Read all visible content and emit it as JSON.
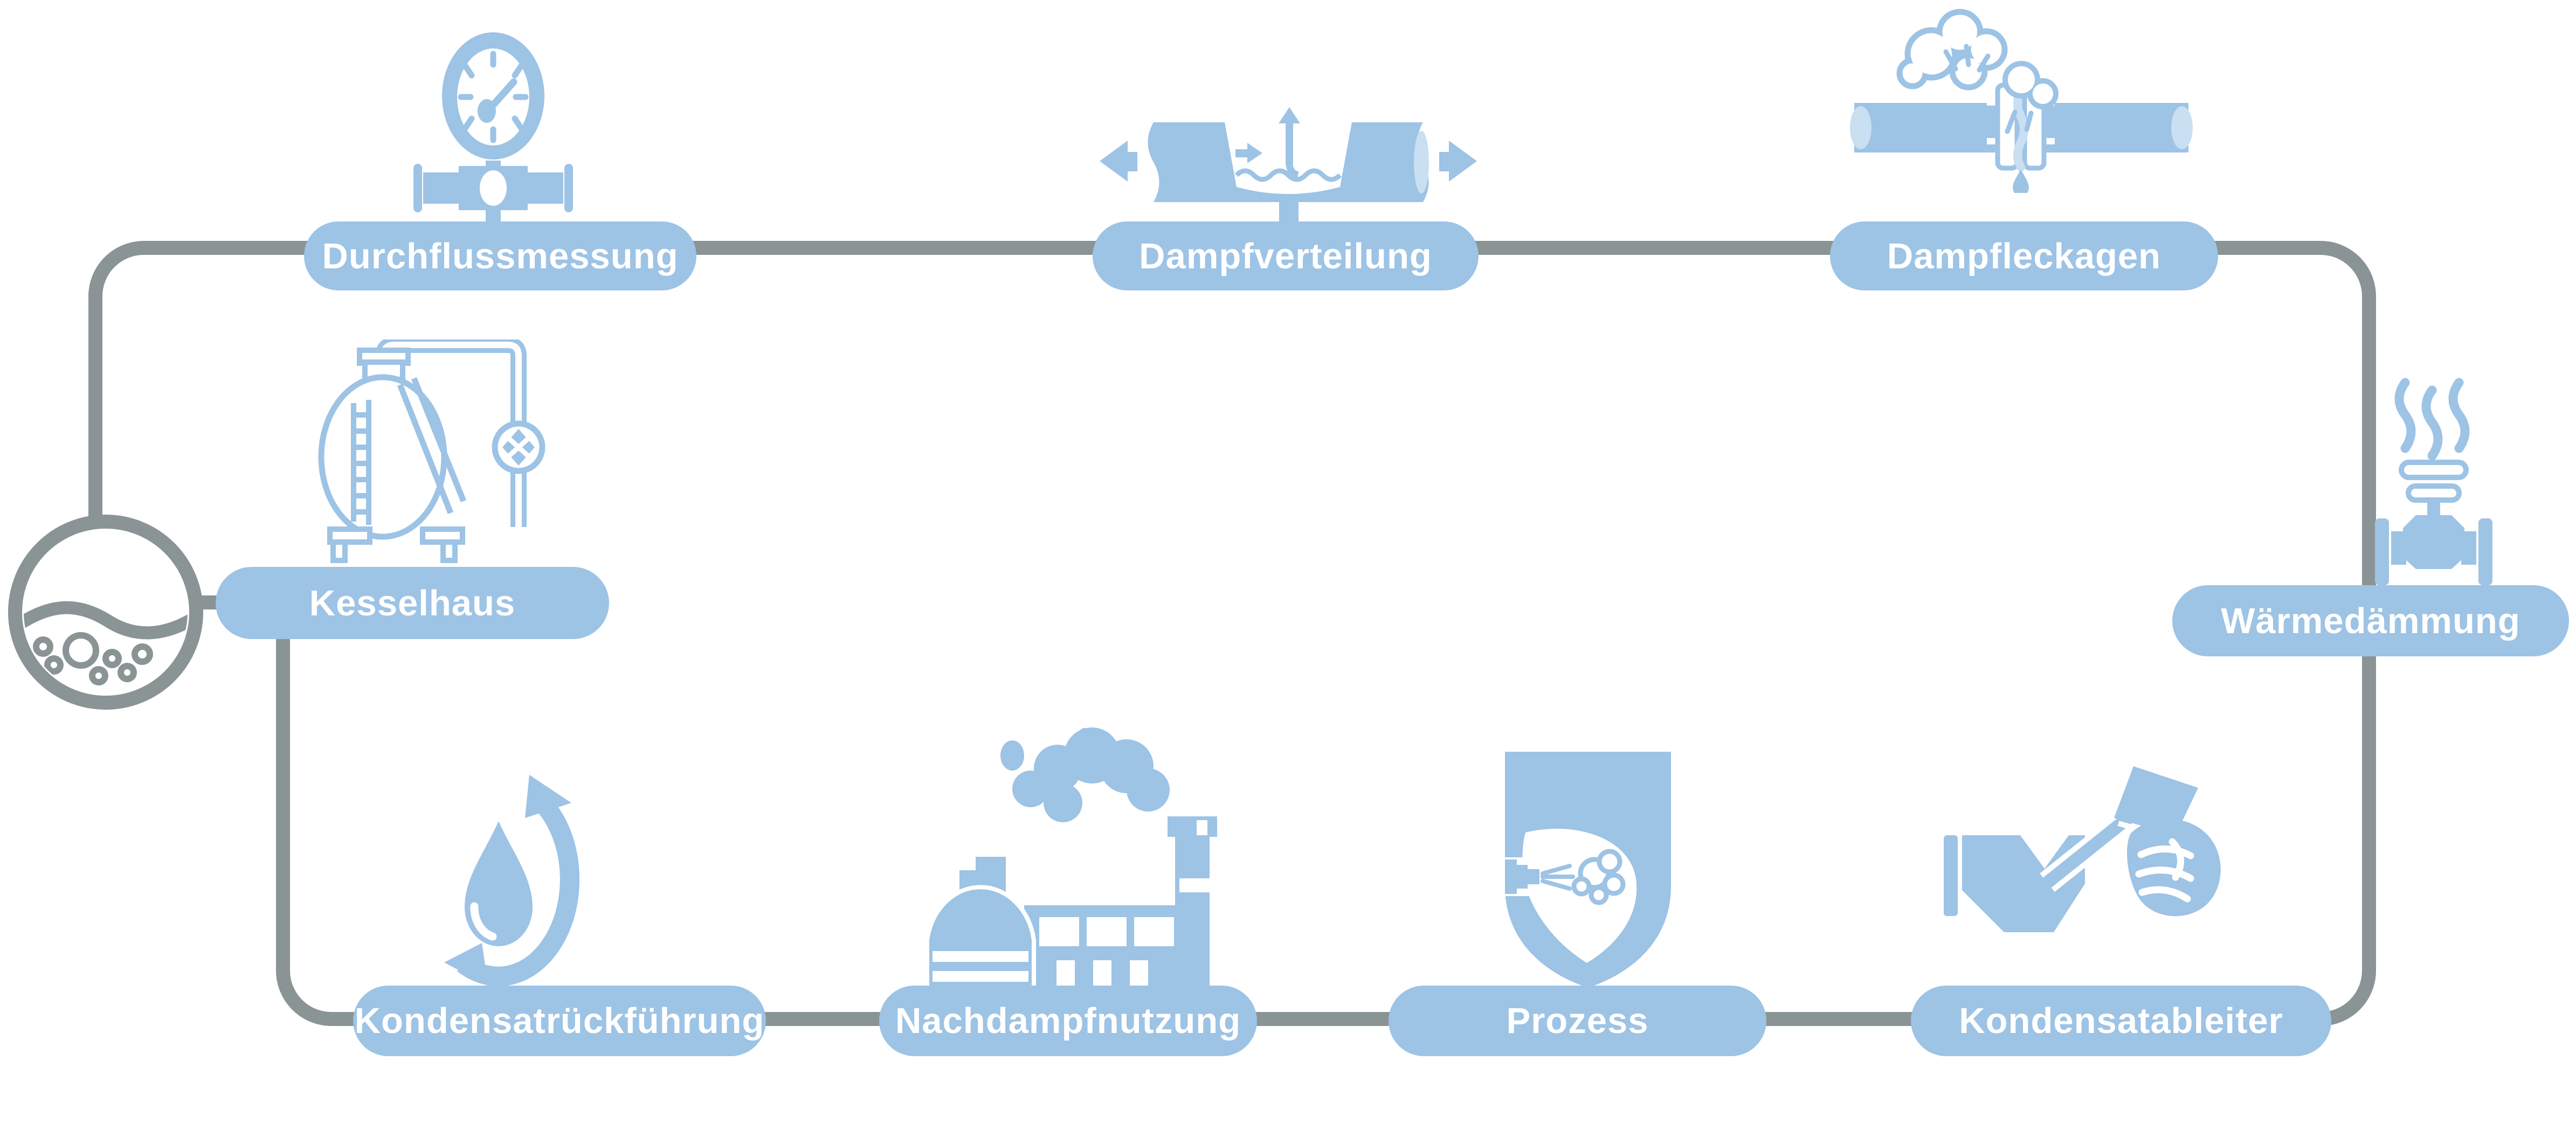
{
  "diagram": {
    "type": "steam-circuit-loop",
    "background": "#FFFFFF",
    "colors": {
      "node_fill": "#9DC3E5",
      "node_text": "#FFFFFF",
      "pipe": "#8A9495",
      "icon_blue": "#9DC3E5",
      "icon_light_blue": "#C9DFF2"
    },
    "nodes": [
      {
        "id": "durchflussmessung",
        "label": "Durchflussmessung",
        "icon": "pressure-gauge-icon"
      },
      {
        "id": "dampfverteilung",
        "label": "Dampfverteilung",
        "icon": "steam-distribution-icon"
      },
      {
        "id": "dampfleckagen",
        "label": "Dampfleckagen",
        "icon": "leaking-flange-icon"
      },
      {
        "id": "waermedaemmung",
        "label": "Wärmedämmung",
        "icon": "uninsulated-valve-icon"
      },
      {
        "id": "kesselhaus",
        "label": "Kesselhaus",
        "icon": "boiler-icon"
      },
      {
        "id": "kondensatrueckfuehrung",
        "label": "Kondensatrückführung",
        "icon": "condensate-recycle-icon"
      },
      {
        "id": "nachdampfnutzung",
        "label": "Nachdampfnutzung",
        "icon": "flash-steam-factory-icon"
      },
      {
        "id": "prozess",
        "label": "Prozess",
        "icon": "process-vessel-icon"
      },
      {
        "id": "kondensatableiter",
        "label": "Kondensatableiter",
        "icon": "steam-trap-testing-icon"
      }
    ]
  }
}
